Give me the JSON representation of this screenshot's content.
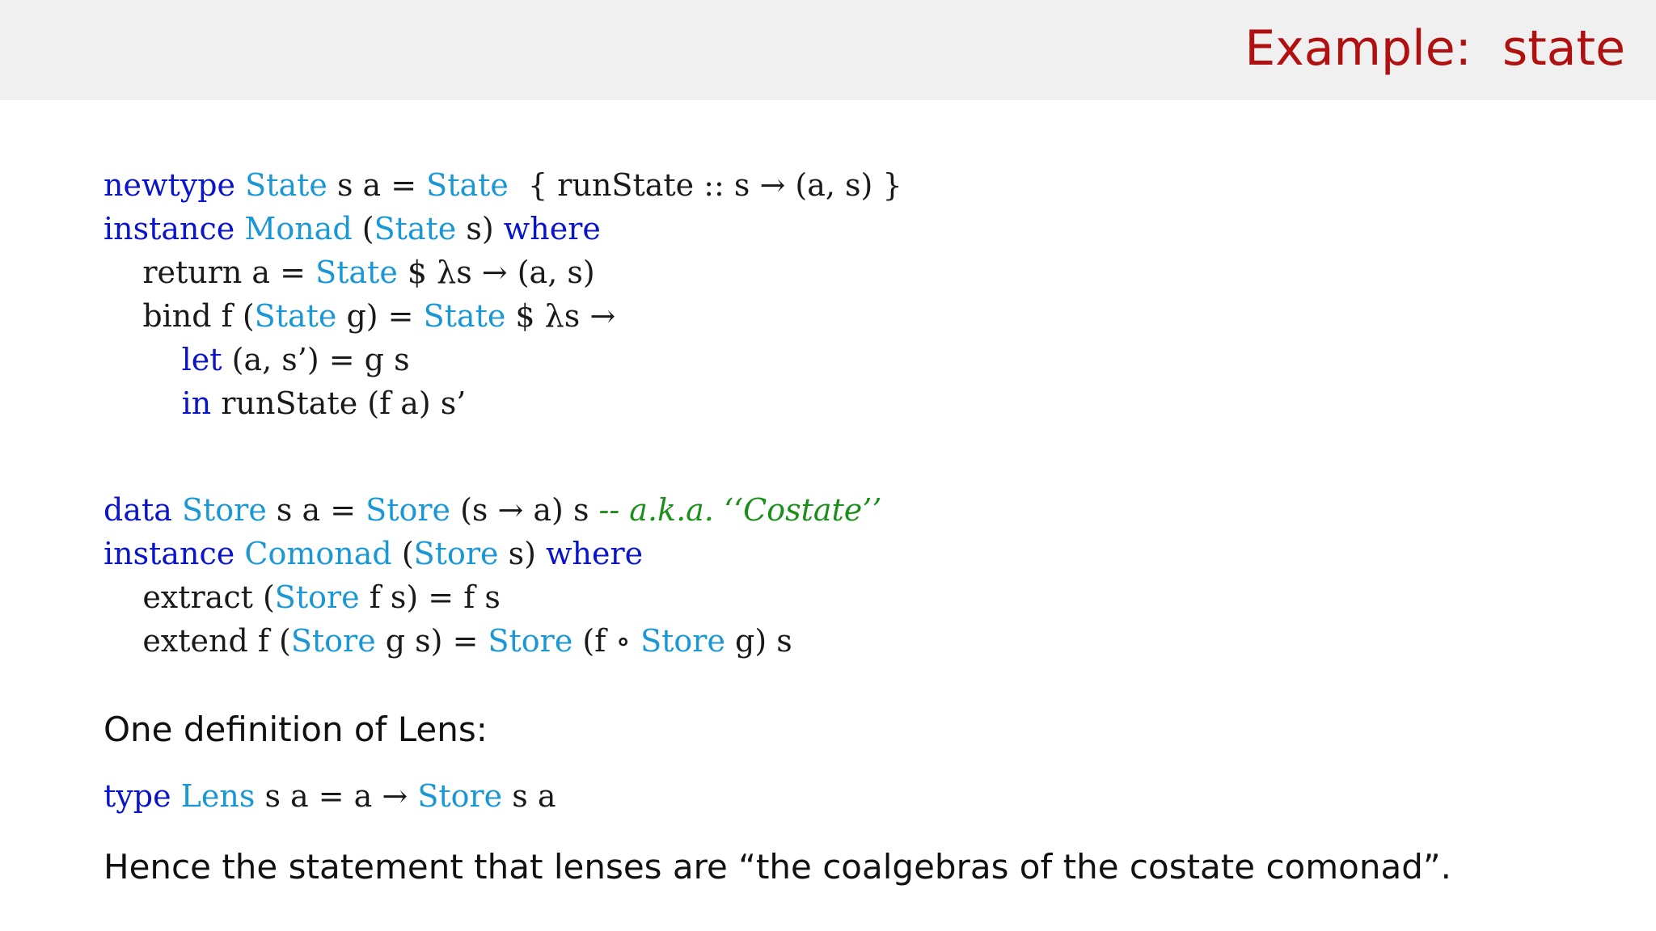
{
  "slide": {
    "title": "Example:  state"
  },
  "state_block": {
    "lines": [
      [
        {
          "t": "newtype",
          "c": "kw"
        },
        {
          "t": " ",
          "c": "txt"
        },
        {
          "t": "State",
          "c": "ty"
        },
        {
          "t": " s a = ",
          "c": "txt"
        },
        {
          "t": "State",
          "c": "ty"
        },
        {
          "t": "  { runState :: s → (a, s) }",
          "c": "txt"
        }
      ],
      [
        {
          "t": "instance",
          "c": "kw"
        },
        {
          "t": " ",
          "c": "txt"
        },
        {
          "t": "Monad",
          "c": "ty"
        },
        {
          "t": " (",
          "c": "txt"
        },
        {
          "t": "State",
          "c": "ty"
        },
        {
          "t": " s) ",
          "c": "txt"
        },
        {
          "t": "where",
          "c": "kw"
        }
      ],
      [
        {
          "t": "    return a = ",
          "c": "txt"
        },
        {
          "t": "State",
          "c": "ty"
        },
        {
          "t": " $ λs → (a, s)",
          "c": "txt"
        }
      ],
      [
        {
          "t": "    bind f (",
          "c": "txt"
        },
        {
          "t": "State",
          "c": "ty"
        },
        {
          "t": " g) = ",
          "c": "txt"
        },
        {
          "t": "State",
          "c": "ty"
        },
        {
          "t": " $ λs →",
          "c": "txt"
        }
      ],
      [
        {
          "t": "        ",
          "c": "txt"
        },
        {
          "t": "let",
          "c": "kw"
        },
        {
          "t": " (a, s’) = g s",
          "c": "txt"
        }
      ],
      [
        {
          "t": "        ",
          "c": "txt"
        },
        {
          "t": "in",
          "c": "kw"
        },
        {
          "t": " runState (f a) s’",
          "c": "txt"
        }
      ]
    ]
  },
  "store_block": {
    "lines": [
      [
        {
          "t": "data",
          "c": "kw"
        },
        {
          "t": " ",
          "c": "txt"
        },
        {
          "t": "Store",
          "c": "ty"
        },
        {
          "t": " s a = ",
          "c": "txt"
        },
        {
          "t": "Store",
          "c": "ty"
        },
        {
          "t": " (s → a) s ",
          "c": "txt"
        },
        {
          "t": "-- a.k.a. ‘‘Costate’’",
          "c": "cm"
        }
      ],
      [
        {
          "t": "instance",
          "c": "kw"
        },
        {
          "t": " ",
          "c": "txt"
        },
        {
          "t": "Comonad",
          "c": "ty"
        },
        {
          "t": " (",
          "c": "txt"
        },
        {
          "t": "Store",
          "c": "ty"
        },
        {
          "t": " s) ",
          "c": "txt"
        },
        {
          "t": "where",
          "c": "kw"
        }
      ],
      [
        {
          "t": "    extract (",
          "c": "txt"
        },
        {
          "t": "Store",
          "c": "ty"
        },
        {
          "t": " f s) = f s",
          "c": "txt"
        }
      ],
      [
        {
          "t": "    extend f (",
          "c": "txt"
        },
        {
          "t": "Store",
          "c": "ty"
        },
        {
          "t": " g s) = ",
          "c": "txt"
        },
        {
          "t": "Store",
          "c": "ty"
        },
        {
          "t": " (f ∘ ",
          "c": "txt"
        },
        {
          "t": "Store",
          "c": "ty"
        },
        {
          "t": " g) s",
          "c": "txt"
        }
      ]
    ]
  },
  "lens_intro": "One definition of Lens:",
  "lens_block": {
    "lines": [
      [
        {
          "t": "type",
          "c": "kw"
        },
        {
          "t": " ",
          "c": "txt"
        },
        {
          "t": "Lens",
          "c": "ty"
        },
        {
          "t": " s a = a → ",
          "c": "txt"
        },
        {
          "t": "Store",
          "c": "ty"
        },
        {
          "t": " s a",
          "c": "txt"
        }
      ]
    ]
  },
  "conclusion": "Hence the statement that lenses are “the coalgebras of the costate comonad”.",
  "colors": {
    "keyword": "#0a14c8",
    "type_name": "#1a98d5",
    "comment": "#1a8f1a",
    "title": "#b01010"
  }
}
